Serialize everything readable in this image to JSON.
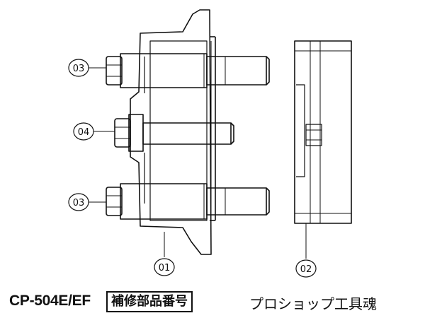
{
  "callouts": {
    "top_bolt": "03",
    "center_bolt": "04",
    "bottom_bolt": "03",
    "main_plate": "01",
    "side_plate": "02"
  },
  "footer": {
    "model": "CP-504E/EF",
    "part_label": "補修部品番号",
    "shop": "プロショップ工具魂"
  }
}
